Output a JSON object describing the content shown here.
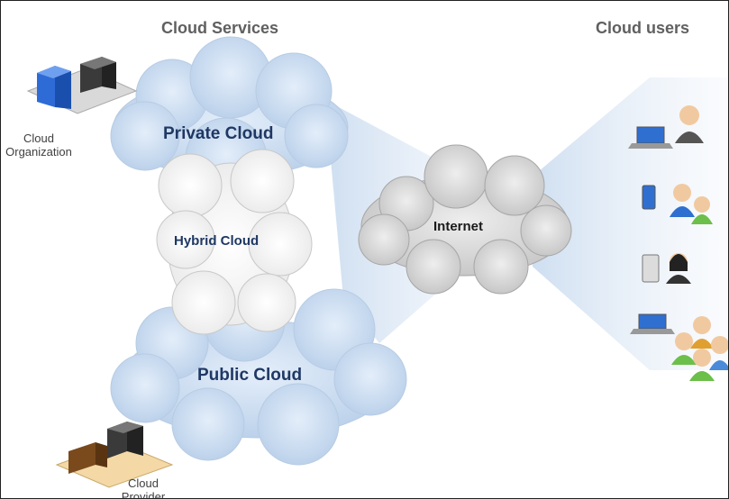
{
  "headers": {
    "services": "Cloud Services",
    "users": "Cloud users"
  },
  "labels": {
    "organization_line1": "Cloud",
    "organization_line2": "Organization",
    "provider_line1": "Cloud",
    "provider_line2": "Provider"
  },
  "clouds": {
    "private": "Private Cloud",
    "hybrid": "Hybrid Cloud",
    "public": "Public Cloud",
    "internet": "Internet"
  },
  "colors": {
    "blue_cloud": "#c6d9f1",
    "grey_cloud": "#d9d9d9",
    "beam": "#dce8f5",
    "text": "#1f3864"
  }
}
